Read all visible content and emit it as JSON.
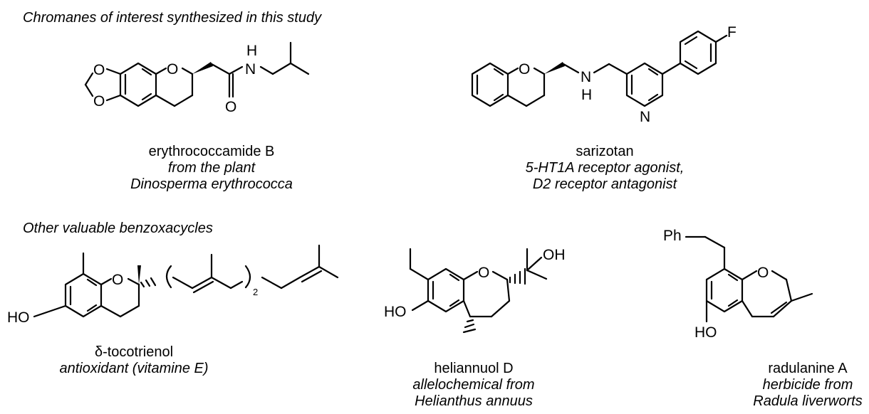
{
  "sections": {
    "top_title": "Chromanes of interest synthesized in this study",
    "bottom_title": "Other valuable benzoxacycles"
  },
  "atoms": {
    "O": "O",
    "H": "H",
    "N": "N",
    "F": "F",
    "HO": "HO",
    "OH": "OH",
    "Ph": "Ph",
    "subscript_2": "2"
  },
  "compounds": [
    {
      "name": "erythrococcamide B",
      "desc1": "from the plant",
      "desc2": "Dinosperma erythrococca"
    },
    {
      "name": "sarizotan",
      "desc1": "5-HT1A receptor agonist,",
      "desc2": "D2 receptor antagonist"
    },
    {
      "name": "δ-tocotrienol",
      "desc1": "antioxidant (vitamine E)",
      "desc2": ""
    },
    {
      "name": "heliannuol D",
      "desc1": "allelochemical from",
      "desc2": "Helianthus annuus"
    },
    {
      "name": "radulanine A",
      "desc1": "herbicide from",
      "desc2": "Radula liverworts"
    }
  ]
}
